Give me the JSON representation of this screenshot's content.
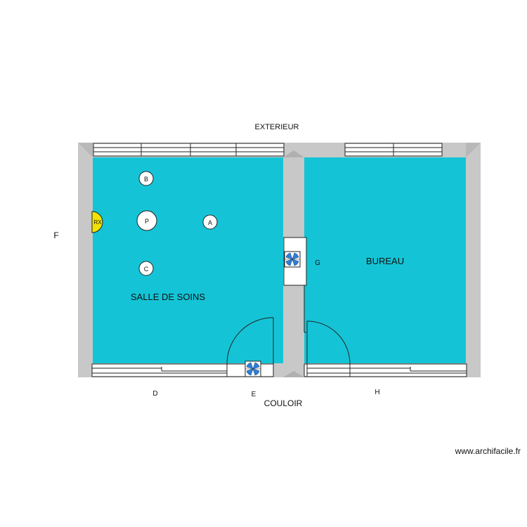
{
  "labels": {
    "exterieur": "EXTERIEUR",
    "couloir": "COULOIR",
    "f": "F",
    "g": "G",
    "d": "D",
    "e": "E",
    "h": "H"
  },
  "rooms": {
    "salle_de_soins": "SALLE DE SOINS",
    "bureau": "BUREAU"
  },
  "points": {
    "b": "B",
    "p": "P",
    "a": "A",
    "c": "C",
    "rx": "RX"
  },
  "watermark": "www.archifacile.fr",
  "colors": {
    "room_fill": "#14c4d6",
    "wall": "#c8c8c8",
    "rx_fill": "#f2e200",
    "fan_blade": "#2f7fd6",
    "line": "#222222"
  },
  "icons": [
    "window",
    "door-swing",
    "ventilation-fan-icon",
    "marker-circle"
  ]
}
